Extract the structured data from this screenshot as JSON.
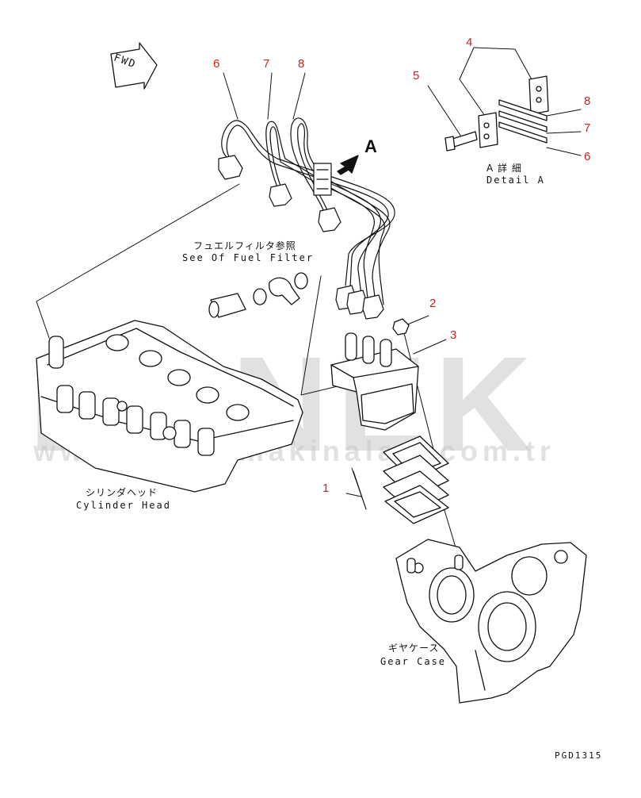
{
  "watermark": {
    "logo": "ERNEK",
    "url": "www.ernek makinalari.com.tr"
  },
  "direction_marker": "FWD",
  "view_marker": "A",
  "detail_label": {
    "jp": "A 詳 細",
    "en": "Detail A"
  },
  "components": {
    "fuel_filter": {
      "jp": "フュエルフィルタ参照",
      "en": "See Of Fuel Filter"
    },
    "cylinder_head": {
      "jp": "シリンダヘッド",
      "en": "Cylinder Head"
    },
    "gear_case": {
      "jp": "ギヤケース",
      "en": "Gear Case"
    }
  },
  "callouts": [
    {
      "id": "c6_top",
      "number": "6"
    },
    {
      "id": "c7_top",
      "number": "7"
    },
    {
      "id": "c8_top",
      "number": "8"
    },
    {
      "id": "c4",
      "number": "4"
    },
    {
      "id": "c5",
      "number": "5"
    },
    {
      "id": "c8_detail",
      "number": "8"
    },
    {
      "id": "c7_detail",
      "number": "7"
    },
    {
      "id": "c6_detail",
      "number": "6"
    },
    {
      "id": "c2",
      "number": "2"
    },
    {
      "id": "c3",
      "number": "3"
    },
    {
      "id": "c1",
      "number": "1"
    }
  ],
  "drawing_code": "PGD1315",
  "colors": {
    "callout": "#cc2222",
    "line": "#111111",
    "watermark": "#c9c9c9"
  }
}
